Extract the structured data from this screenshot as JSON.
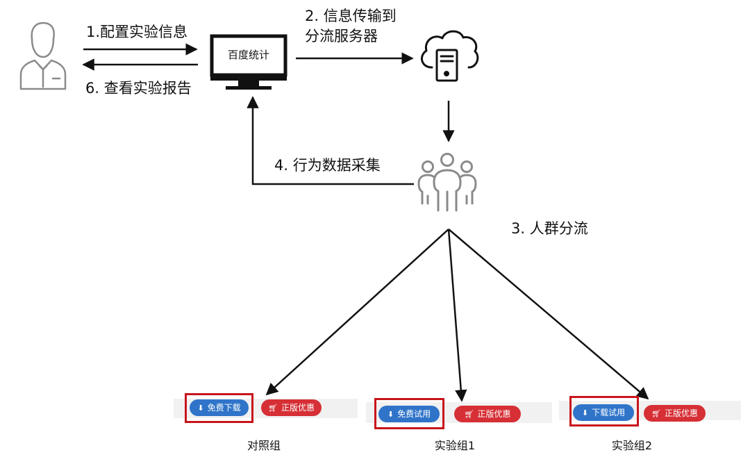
{
  "system": {
    "name": "百度统计"
  },
  "steps": {
    "configure": "1.配置实验信息",
    "transmit_line1": "2. 信息传输到",
    "transmit_line2": "分流服务器",
    "split": "3. 人群分流",
    "collect": "4. 行为数据采集",
    "report": "6. 查看实验报告"
  },
  "icons": {
    "user": "user-icon",
    "monitor": "monitor-icon",
    "cloud_server": "cloud-server-icon",
    "people_group": "people-group-icon",
    "download": "download-icon",
    "cart": "cart-icon"
  },
  "colors": {
    "primary_button": "#2f74c9",
    "secondary_button": "#d62f35",
    "highlight_frame": "#c8141c",
    "icon_gray": "#8a8a8a"
  },
  "groups": [
    {
      "name": "对照组",
      "primary_label": "免费下载",
      "secondary_label": "正版优惠"
    },
    {
      "name": "实验组1",
      "primary_label": "免费试用",
      "secondary_label": "正版优惠"
    },
    {
      "name": "实验组2",
      "primary_label": "下载试用",
      "secondary_label": "正版优惠"
    }
  ]
}
